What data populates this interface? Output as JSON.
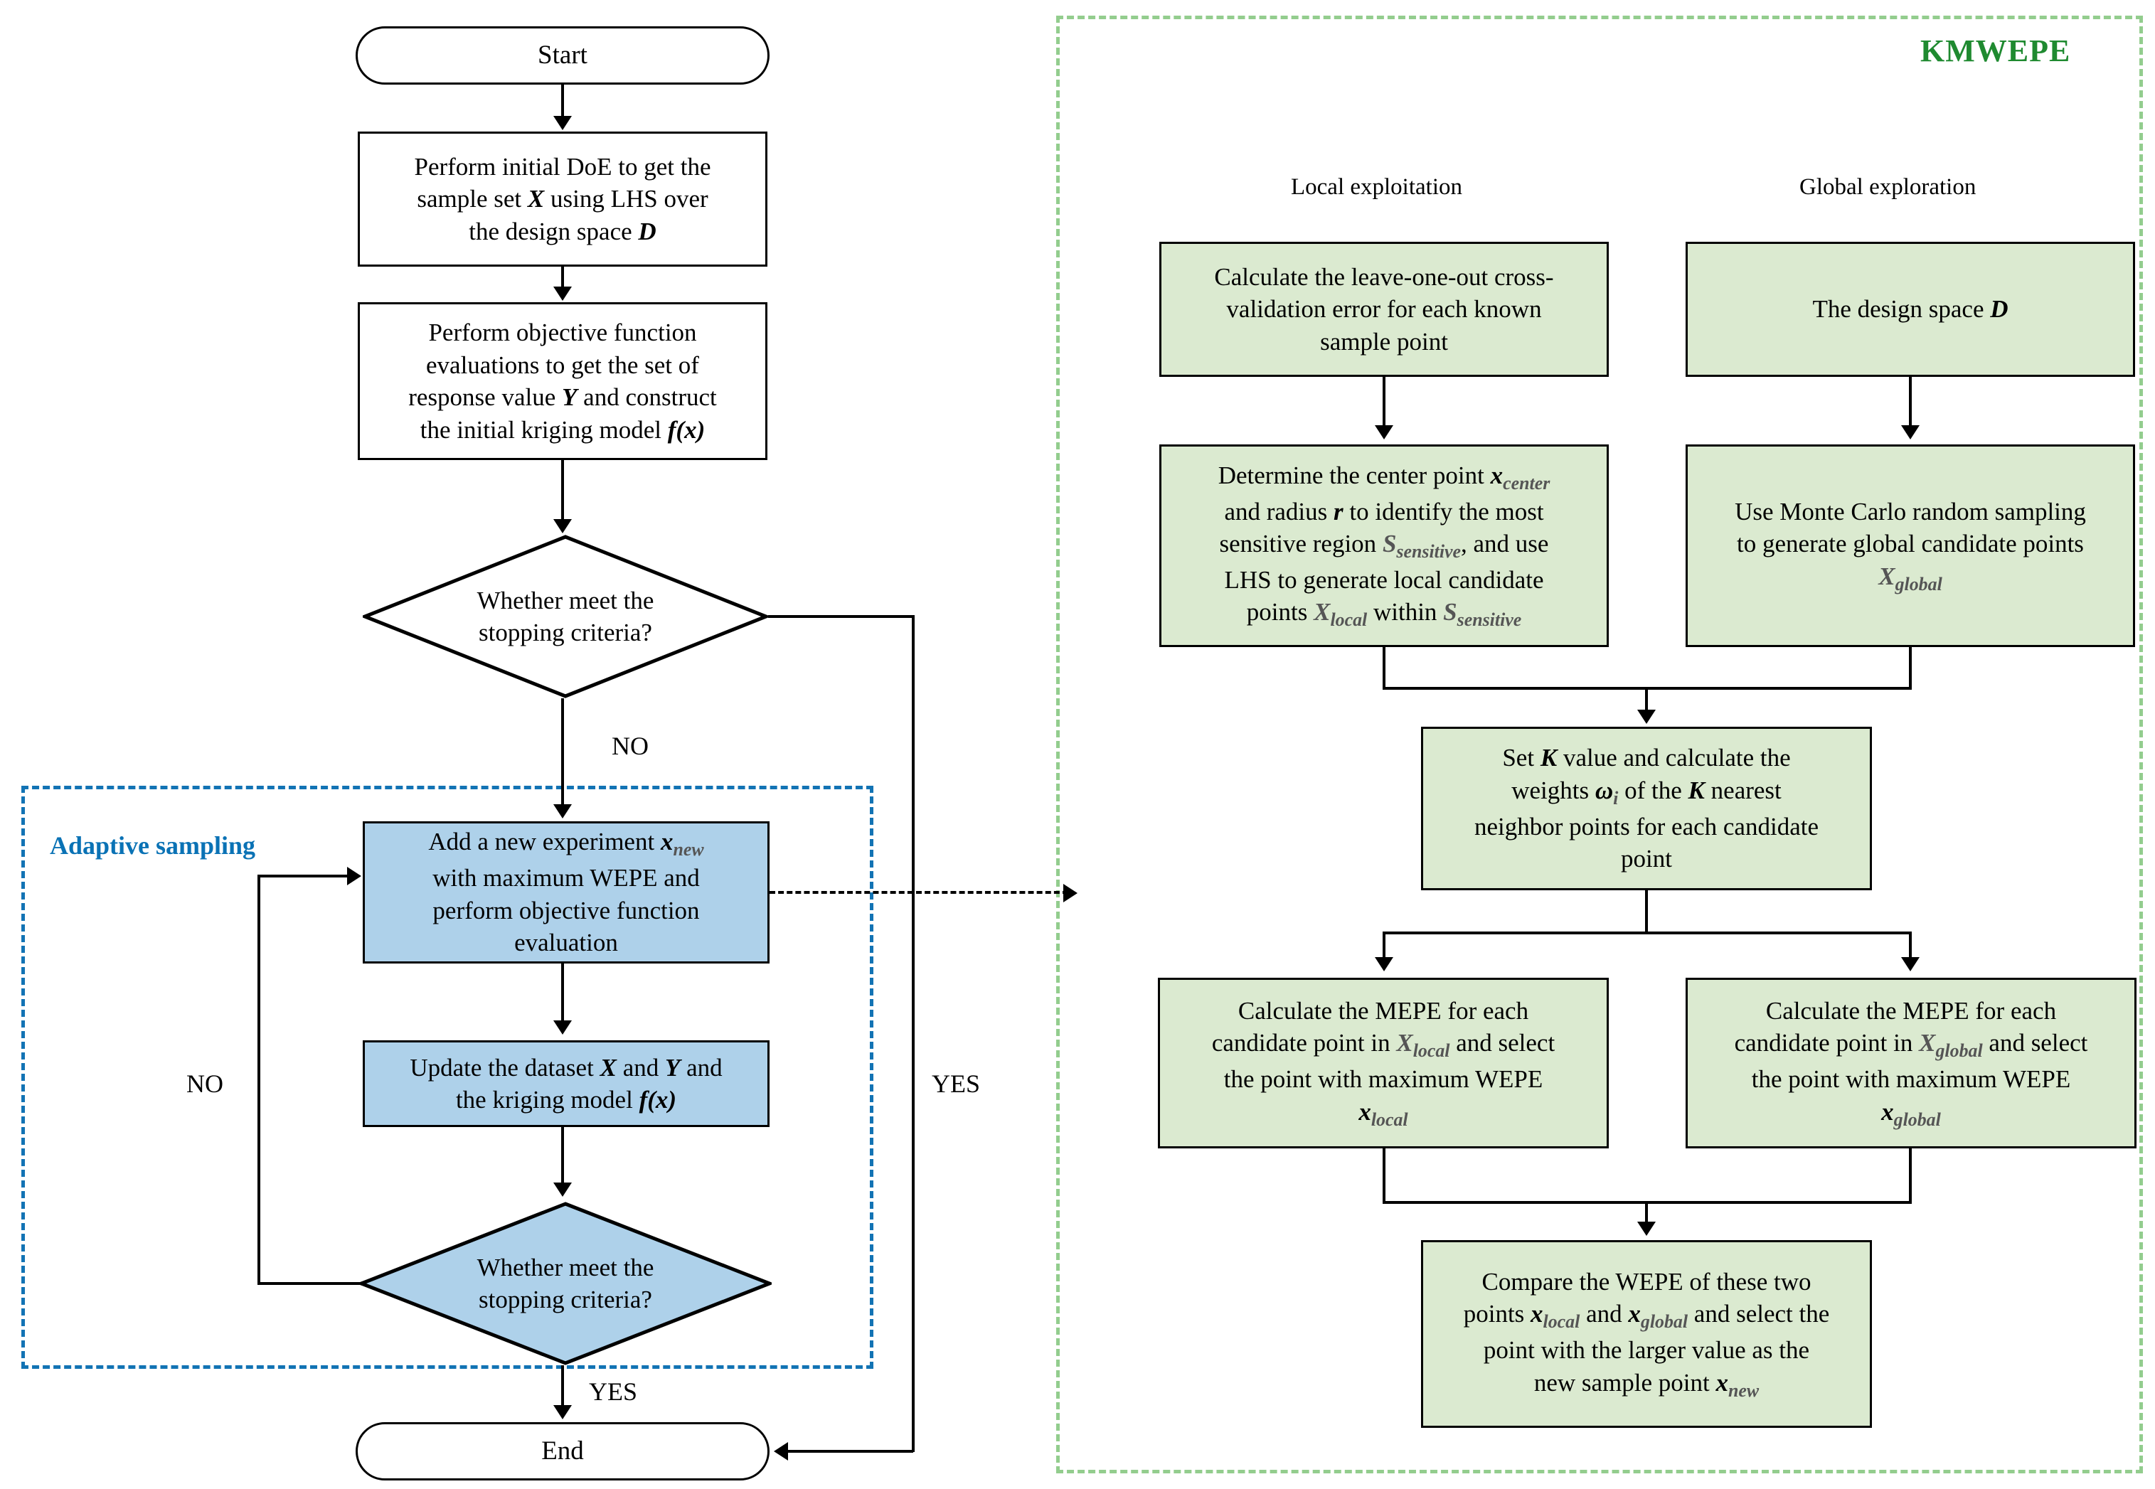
{
  "diagram": {
    "title_right": "KMWEPE",
    "group_left_label": "Adaptive sampling",
    "column_headers": {
      "local": "Local exploitation",
      "global": "Global exploration"
    },
    "colors": {
      "blue_fill": "#aed1ea",
      "green_fill": "#dbead0",
      "blue_dashed": "#1273b4",
      "green_dashed": "#93cd8e",
      "kmwepe_green": "#1f8a30",
      "stroke": "#000000"
    }
  },
  "left_flow": {
    "start": "Start",
    "end": "End",
    "step_doe": "Perform initial DoE to get the sample set X using LHS over the design space D",
    "step_obj": "Perform objective function evaluations to get the set of response value Y and construct the initial kriging model f(x)",
    "decision_top": "Whether meet the stopping criteria?",
    "step_add": "Add a new experiment xnew with maximum WEPE and perform objective function evaluation",
    "step_update": "Update the dataset X and Y and the kriging model f(x)",
    "decision_bottom": "Whether meet the stopping criteria?"
  },
  "edge_labels": {
    "no_top": "NO",
    "no_loop": "NO",
    "yes_right": "YES",
    "yes_bottom": "YES"
  },
  "right_flow": {
    "local_1": "Calculate the leave-one-out cross-validation error for each known sample point",
    "local_2": "Determine the center point xcenter and radius r to identify the most sensitive region Ssensitive, and use LHS to generate local candidate points Xlocal within Ssensitive",
    "global_1": "The design space D",
    "global_2": "Use Monte Carlo random sampling to generate global candidate points Xglobal",
    "merge_k": "Set K value and calculate the weights ωi of the K nearest neighbor points for each candidate point",
    "mepe_local": "Calculate the MEPE for each candidate point in Xlocal and select the point with maximum WEPE xlocal",
    "mepe_global": "Calculate the MEPE for each candidate point in Xglobal and select the point with maximum WEPE xglobal",
    "compare": "Compare the WEPE of these two points xlocal and xglobal and select the point with the larger value as the new sample point xnew"
  }
}
